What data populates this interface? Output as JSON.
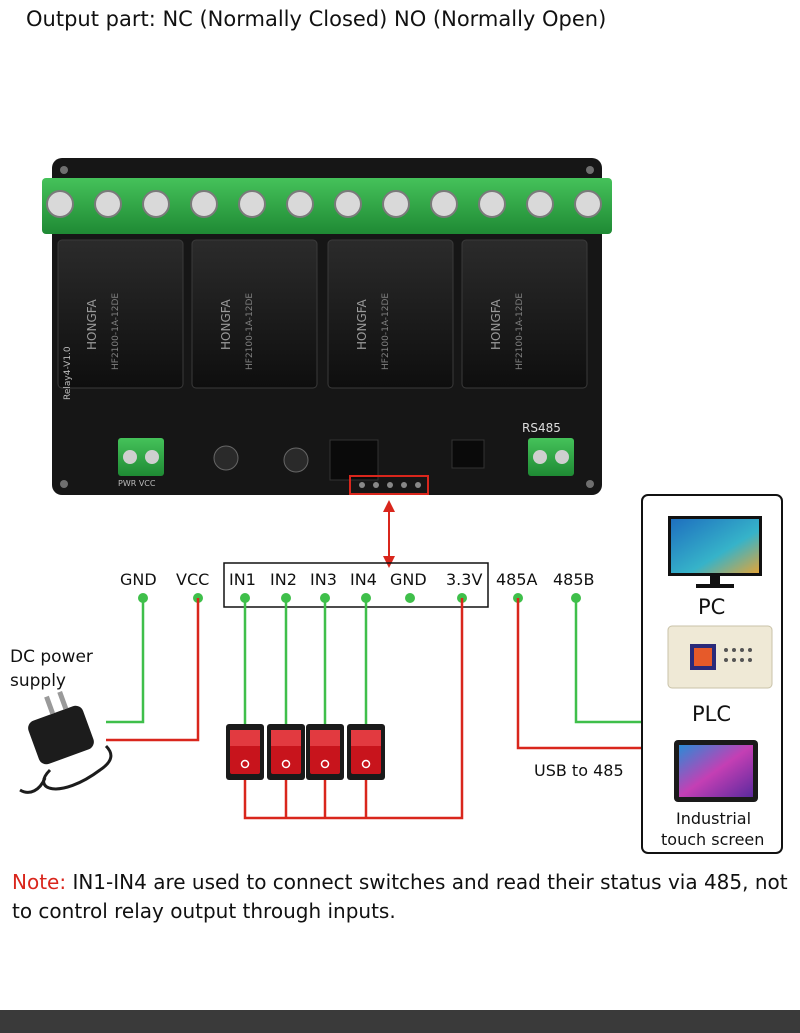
{
  "title": "Output part: NC (Normally Closed) NO (Normally Open)",
  "board": {
    "relay_brand": "HONGFA",
    "relay_model": "HF2100-1A-12DE",
    "silk_model": "Relay4-V1.0",
    "rs485_label": "RS485",
    "power_label": "PWR VCC"
  },
  "pins": {
    "gnd_left": "GND",
    "vcc": "VCC",
    "in1": "IN1",
    "in2": "IN2",
    "in3": "IN3",
    "in4": "IN4",
    "gnd": "GND",
    "v33": "3.3V",
    "a485": "485A",
    "b485": "485B"
  },
  "power": {
    "label_line1": "DC power",
    "label_line2": "supply"
  },
  "usb_label": "USB to 485",
  "devices": {
    "pc": "PC",
    "plc": "PLC",
    "screen_line1": "Industrial",
    "screen_line2": "touch screen"
  },
  "note": {
    "prefix": "Note:",
    "text": " IN1-IN4 are used to connect switches and read their status via 485, not to control relay output through inputs."
  },
  "colors": {
    "green_wire": "#3fbf4a",
    "red_wire": "#d9261c",
    "board": "#1a1a1a",
    "terminal": "#2fa043",
    "switch": "#c8141c"
  }
}
